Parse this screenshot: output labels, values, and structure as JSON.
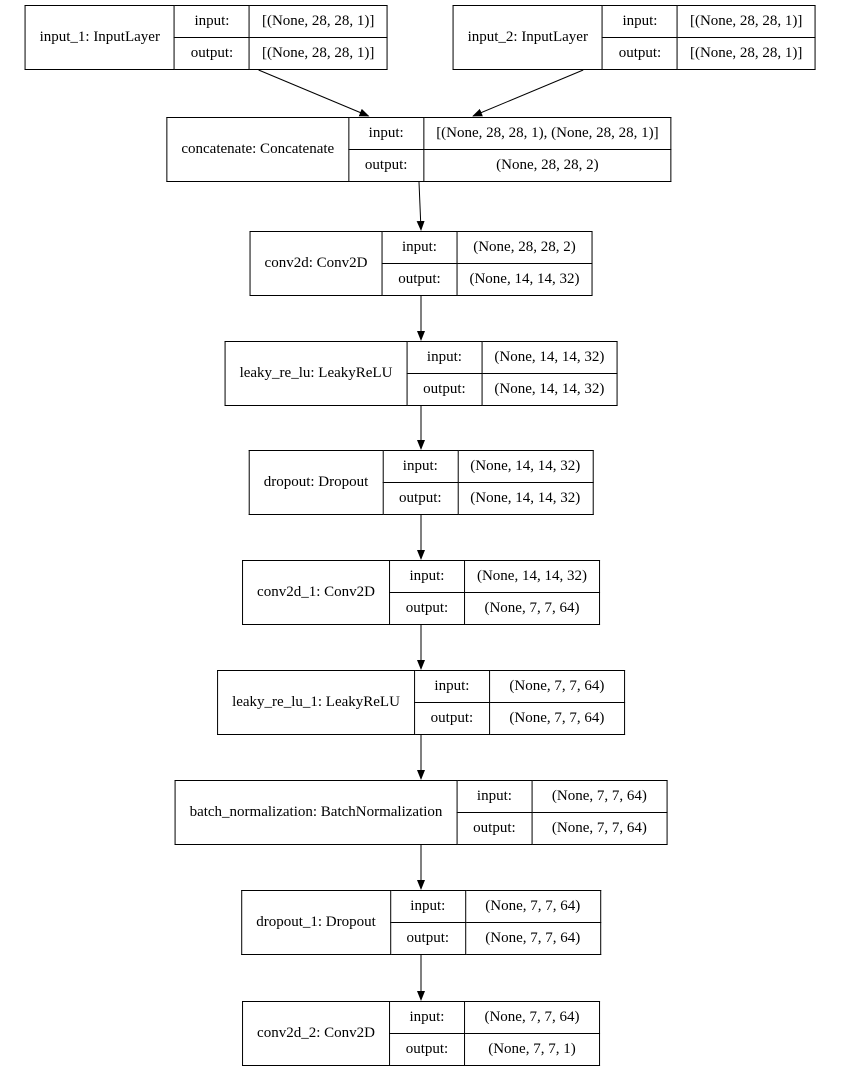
{
  "diagram": {
    "type": "keras-model-architecture-graph",
    "background_color": "#ffffff",
    "line_color": "#000000",
    "io_keys": {
      "input": "input:",
      "output": "output:"
    },
    "nodes": [
      {
        "id": "input_1",
        "label": "input_1: InputLayer",
        "input": "[(None, 28, 28, 1)]",
        "output": "[(None, 28, 28, 1)]"
      },
      {
        "id": "input_2",
        "label": "input_2: InputLayer",
        "input": "[(None, 28, 28, 1)]",
        "output": "[(None, 28, 28, 1)]"
      },
      {
        "id": "concatenate",
        "label": "concatenate: Concatenate",
        "input": "[(None, 28, 28, 1), (None, 28, 28, 1)]",
        "output": "(None, 28, 28, 2)"
      },
      {
        "id": "conv2d",
        "label": "conv2d: Conv2D",
        "input": "(None, 28, 28, 2)",
        "output": "(None, 14, 14, 32)"
      },
      {
        "id": "leaky_re_lu",
        "label": "leaky_re_lu: LeakyReLU",
        "input": "(None, 14, 14, 32)",
        "output": "(None, 14, 14, 32)"
      },
      {
        "id": "dropout",
        "label": "dropout: Dropout",
        "input": "(None, 14, 14, 32)",
        "output": "(None, 14, 14, 32)"
      },
      {
        "id": "conv2d_1",
        "label": "conv2d_1: Conv2D",
        "input": "(None, 14, 14, 32)",
        "output": "(None, 7, 7, 64)"
      },
      {
        "id": "leaky_re_lu_1",
        "label": "leaky_re_lu_1: LeakyReLU",
        "input": "(None, 7, 7, 64)",
        "output": "(None, 7, 7, 64)"
      },
      {
        "id": "batch_normalization",
        "label": "batch_normalization: BatchNormalization",
        "input": "(None, 7, 7, 64)",
        "output": "(None, 7, 7, 64)"
      },
      {
        "id": "dropout_1",
        "label": "dropout_1: Dropout",
        "input": "(None, 7, 7, 64)",
        "output": "(None, 7, 7, 64)"
      },
      {
        "id": "conv2d_2",
        "label": "conv2d_2: Conv2D",
        "input": "(None, 7, 7, 64)",
        "output": "(None, 7, 7, 1)"
      }
    ],
    "edges": [
      {
        "from": "input_1",
        "to": "concatenate"
      },
      {
        "from": "input_2",
        "to": "concatenate"
      },
      {
        "from": "concatenate",
        "to": "conv2d"
      },
      {
        "from": "conv2d",
        "to": "leaky_re_lu"
      },
      {
        "from": "leaky_re_lu",
        "to": "dropout"
      },
      {
        "from": "dropout",
        "to": "conv2d_1"
      },
      {
        "from": "conv2d_1",
        "to": "leaky_re_lu_1"
      },
      {
        "from": "leaky_re_lu_1",
        "to": "batch_normalization"
      },
      {
        "from": "batch_normalization",
        "to": "dropout_1"
      },
      {
        "from": "dropout_1",
        "to": "conv2d_2"
      }
    ]
  }
}
